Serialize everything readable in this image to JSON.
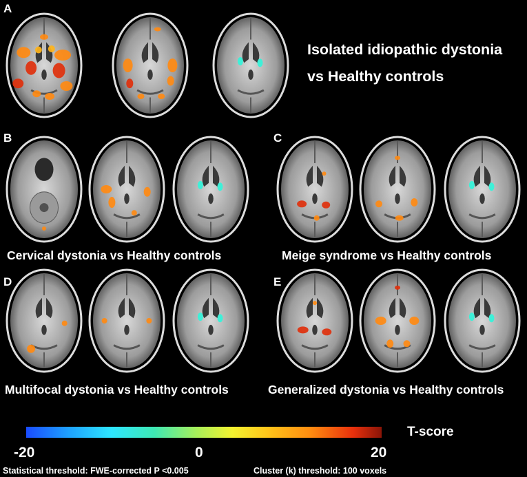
{
  "panels": {
    "A": {
      "letter": "A",
      "title_line1": "Isolated idiopathic dystonia",
      "title_line2": "vs Healthy controls"
    },
    "B": {
      "letter": "B",
      "caption": "Cervical dystonia vs Healthy controls"
    },
    "C": {
      "letter": "C",
      "caption": "Meige syndrome vs Healthy controls"
    },
    "D": {
      "letter": "D",
      "caption": "Multifocal dystonia vs Healthy controls"
    },
    "E": {
      "letter": "E",
      "caption": "Generalized dystonia vs Healthy controls"
    }
  },
  "colorbar": {
    "label": "T-score",
    "min_label": "-20",
    "mid_label": "0",
    "max_label": "20",
    "colors": {
      "low": "#1a4cff",
      "cyan": "#2ee6ff",
      "green": "#a8f05a",
      "yellow": "#f3f230",
      "orange": "#ff8c10",
      "high": "#8a1508"
    }
  },
  "footer": {
    "statistical_threshold": "Statistical threshold:  FWE-corrected P <0.005",
    "cluster_threshold": "Cluster (k) threshold: 100 voxels"
  }
}
